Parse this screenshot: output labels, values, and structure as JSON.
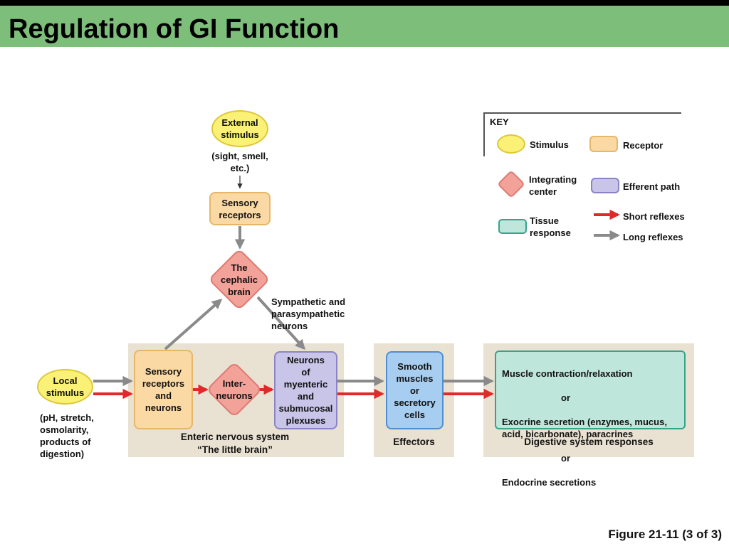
{
  "title": "Regulation of GI Function",
  "figure_label": "Figure 21-11 (3 of 3)",
  "nodes": {
    "external_stimulus": "External\nstimulus",
    "external_stimulus_note": "(sight, smell,\netc.)",
    "sensory_receptors": "Sensory\nreceptors",
    "cephalic_brain": "The\ncephalic\nbrain",
    "sympathetic_label": "Sympathetic and\n    parasympathetic\n        neurons",
    "local_stimulus": "Local\nstimulus",
    "local_stimulus_note": "(pH, stretch,\nosmolarity,\nproducts of\ndigestion)",
    "sensory_receptors_neurons": "Sensory\nreceptors\nand\nneurons",
    "interneurons": "Inter-\nneurons",
    "myenteric_neurons": "Neurons\nof\nmyenteric\nand\nsubmucosal\nplexuses",
    "smooth_muscles": "Smooth\nmuscles\nor\nsecretory\ncells",
    "responses": {
      "line1": "Muscle contraction/relaxation",
      "or1": "or",
      "line2": "Exocrine secretion (enzymes, mucus,\nacid, bicarbonate), paracrines",
      "or2": "or",
      "line3": "Endocrine secretions"
    }
  },
  "captions": {
    "enteric": "Enteric nervous system\n“The little brain”",
    "effectors": "Effectors",
    "digestive": "Digestive system responses"
  },
  "key": {
    "title": "KEY",
    "stimulus": "Stimulus",
    "receptor": "Receptor",
    "integrating_center": "Integrating\ncenter",
    "efferent_path": "Efferent path",
    "tissue_response": "Tissue\nresponse",
    "short_reflexes": "Short reflexes",
    "long_reflexes": "Long reflexes"
  },
  "colors": {
    "header_green": "#7dbf7a",
    "stimulus_yellow": "#fbf176",
    "receptor_orange": "#fbd9a4",
    "integrating_red": "#f3a29a",
    "efferent_purple": "#c8c5e8",
    "effector_blue": "#a7cdf0",
    "tissue_teal": "#bfe6da",
    "short_reflex_red": "#e02a2a",
    "long_reflex_gray": "#8a8a8a",
    "panel_beige": "#e9e1d1"
  }
}
